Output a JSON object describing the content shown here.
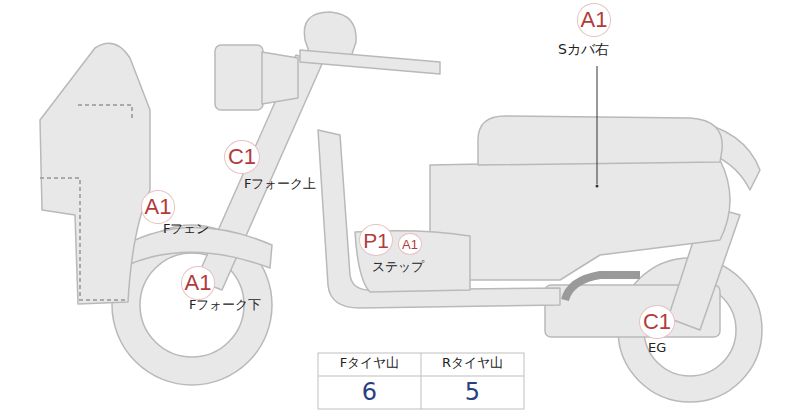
{
  "diagram": {
    "nodes": [
      {
        "text": [
          "A1"
        ]
      },
      {
        "text": [
          "C1"
        ]
      },
      {
        "text": [
          "A1"
        ]
      },
      {
        "text": [
          "P1"
        ]
      },
      {
        "text": [
          "A1"
        ]
      },
      {
        "text": [
          "A1"
        ]
      },
      {
        "text": [
          "C1"
        ]
      }
    ],
    "labels": [
      "Sカバ右",
      "Fフォーク上",
      "Fフェン",
      "ステップ",
      "Fフォーク下",
      "EG",
      "Fタイヤ山",
      "Rタイヤ山",
      "6",
      "5"
    ]
  }
}
